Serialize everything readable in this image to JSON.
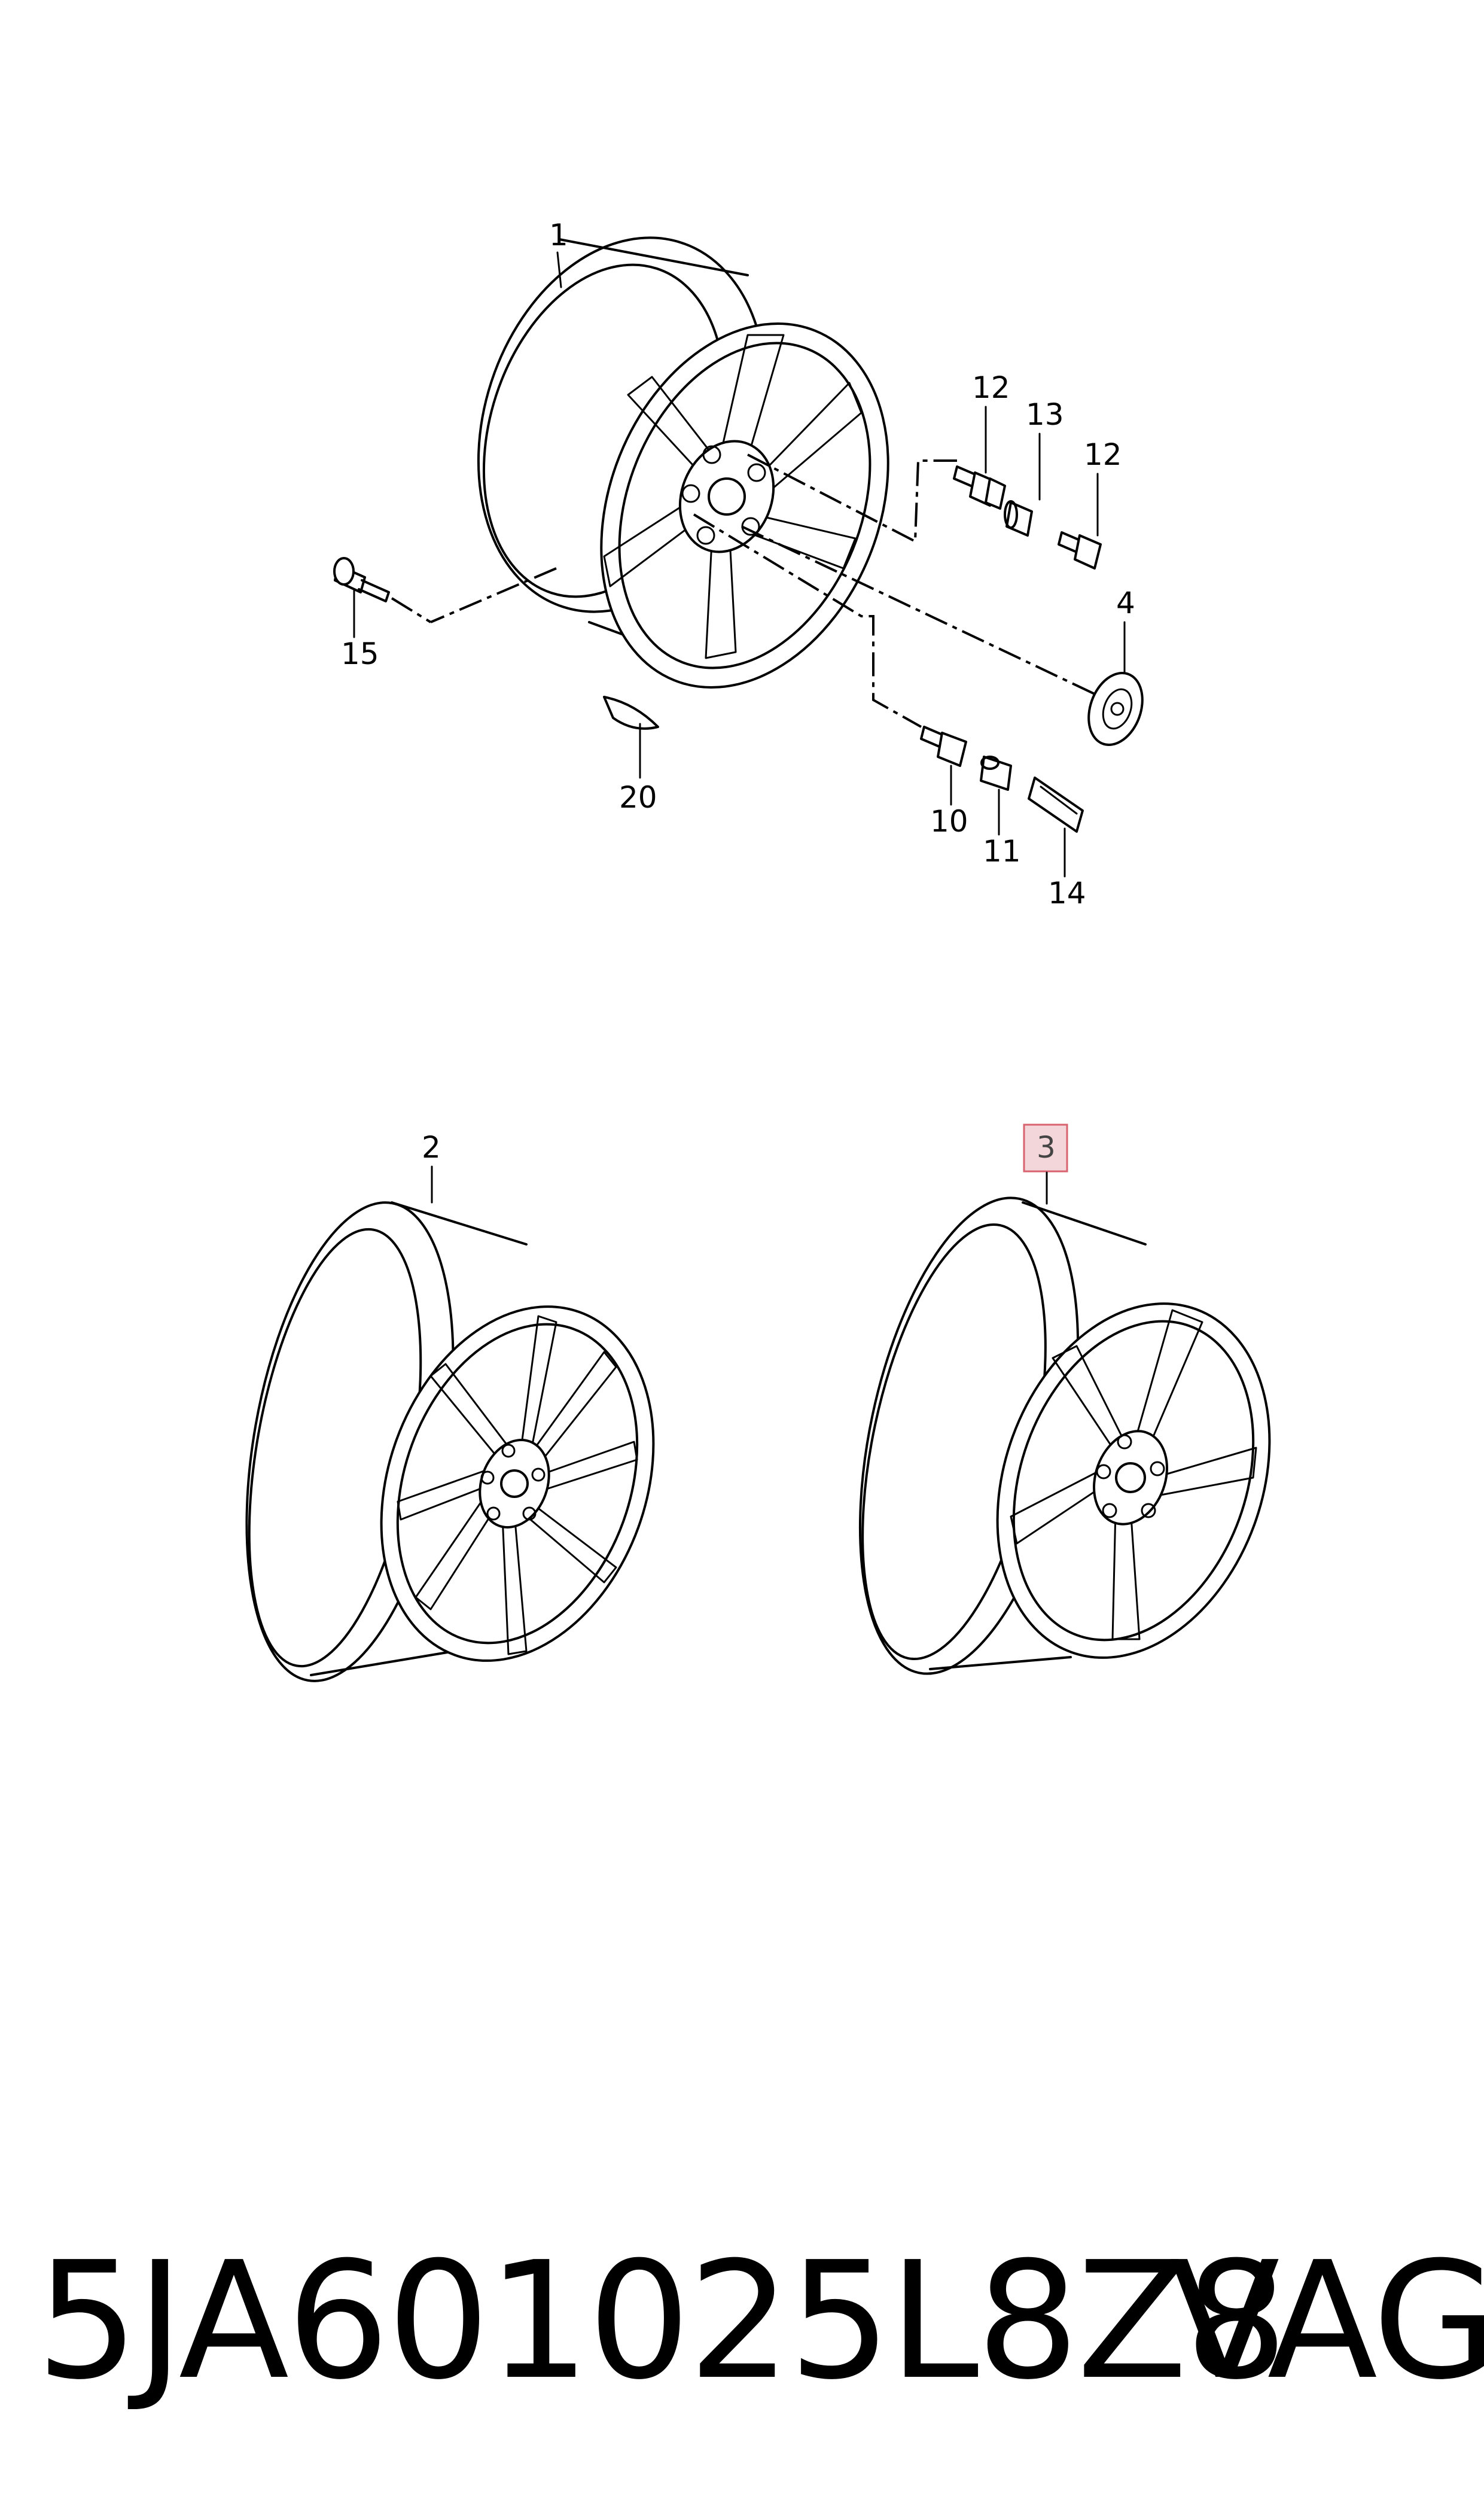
{
  "callouts": {
    "c1": "1",
    "c2": "2",
    "c3": "3",
    "c4": "4",
    "c10": "10",
    "c11": "11",
    "c12a": "12",
    "c12b": "12",
    "c13": "13",
    "c14": "14",
    "c15": "15",
    "c20": "20"
  },
  "highlight_color": "#f3d6d9",
  "highlight_border": "#d9626f",
  "footer": {
    "part_number": "5JA601025L8Z8",
    "brand": "VAG"
  }
}
